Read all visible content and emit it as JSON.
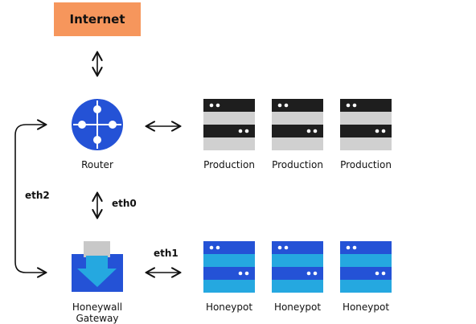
{
  "nodes": {
    "internet": "Internet",
    "router": "Router",
    "honeywall_line1": "Honeywall",
    "honeywall_line2": "Gateway",
    "production": [
      "Production",
      "Production",
      "Production"
    ],
    "honeypot": [
      "Honeypot",
      "Honeypot",
      "Honeypot"
    ]
  },
  "links": {
    "eth0": "eth0",
    "eth1": "eth1",
    "eth2": "eth2"
  },
  "colors": {
    "internet_fill": "#F6965C",
    "router_blue": "#2452D6",
    "production_dark": "#1E1E1E",
    "production_light": "#D0D0D0",
    "honeypot_dark": "#2452D6",
    "honeypot_light": "#25A8E0",
    "gateway_gray": "#C8C8C8"
  }
}
